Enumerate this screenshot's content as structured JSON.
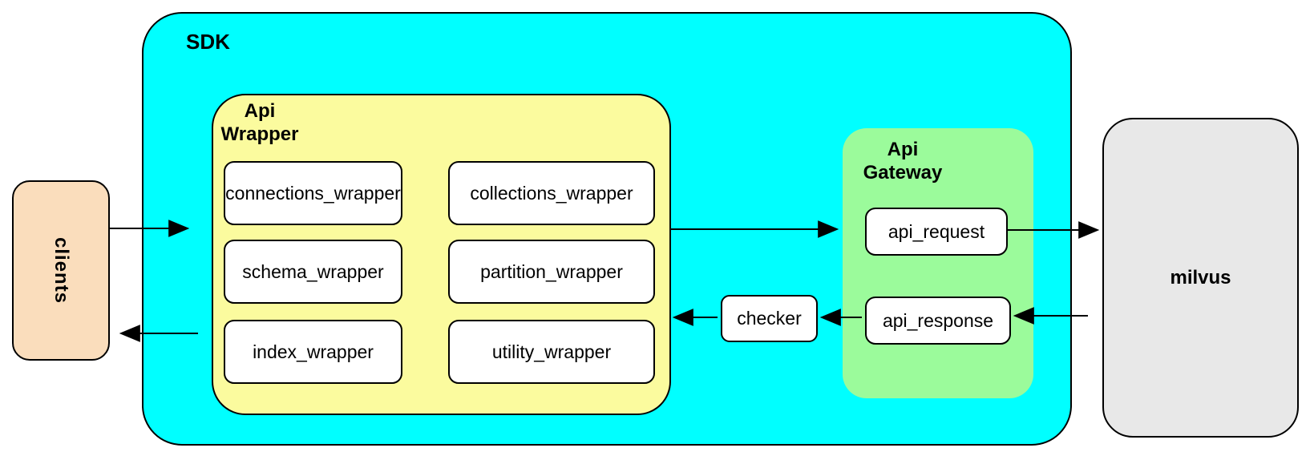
{
  "clients": {
    "label": "clients"
  },
  "sdk": {
    "label": "SDK"
  },
  "api_wrapper": {
    "label": "Api\nWrapper",
    "boxes": [
      "connections_wrapper",
      "collections_wrapper",
      "schema_wrapper",
      "partition_wrapper",
      "index_wrapper",
      "utility_wrapper"
    ]
  },
  "checker": {
    "label": "checker"
  },
  "api_gateway": {
    "label": "Api\nGateway",
    "boxes": [
      "api_request",
      "api_response"
    ]
  },
  "milvus": {
    "label": "milvus"
  },
  "colors": {
    "sdk_fill": "#00FFFF",
    "api_wrapper_fill": "#FBFB9E",
    "api_gateway_fill": "#9BFB9B",
    "clients_fill": "#FADDBC",
    "milvus_fill": "#E8E8E8",
    "leaf_fill": "#FFFFFF",
    "border": "#000000"
  },
  "arrows": [
    {
      "name": "clients-to-sdk",
      "from": "clients",
      "to": "SDK"
    },
    {
      "name": "api-wrapper-to-api-gateway",
      "from": "Api Wrapper",
      "to": "Api Gateway"
    },
    {
      "name": "api-request-to-milvus",
      "from": "api_request",
      "to": "milvus"
    },
    {
      "name": "milvus-to-api-response",
      "from": "milvus",
      "to": "api_response"
    },
    {
      "name": "api-response-to-checker",
      "from": "api_response",
      "to": "checker"
    },
    {
      "name": "checker-to-api-wrapper",
      "from": "checker",
      "to": "Api Wrapper"
    },
    {
      "name": "sdk-to-clients",
      "from": "SDK",
      "to": "clients"
    }
  ]
}
